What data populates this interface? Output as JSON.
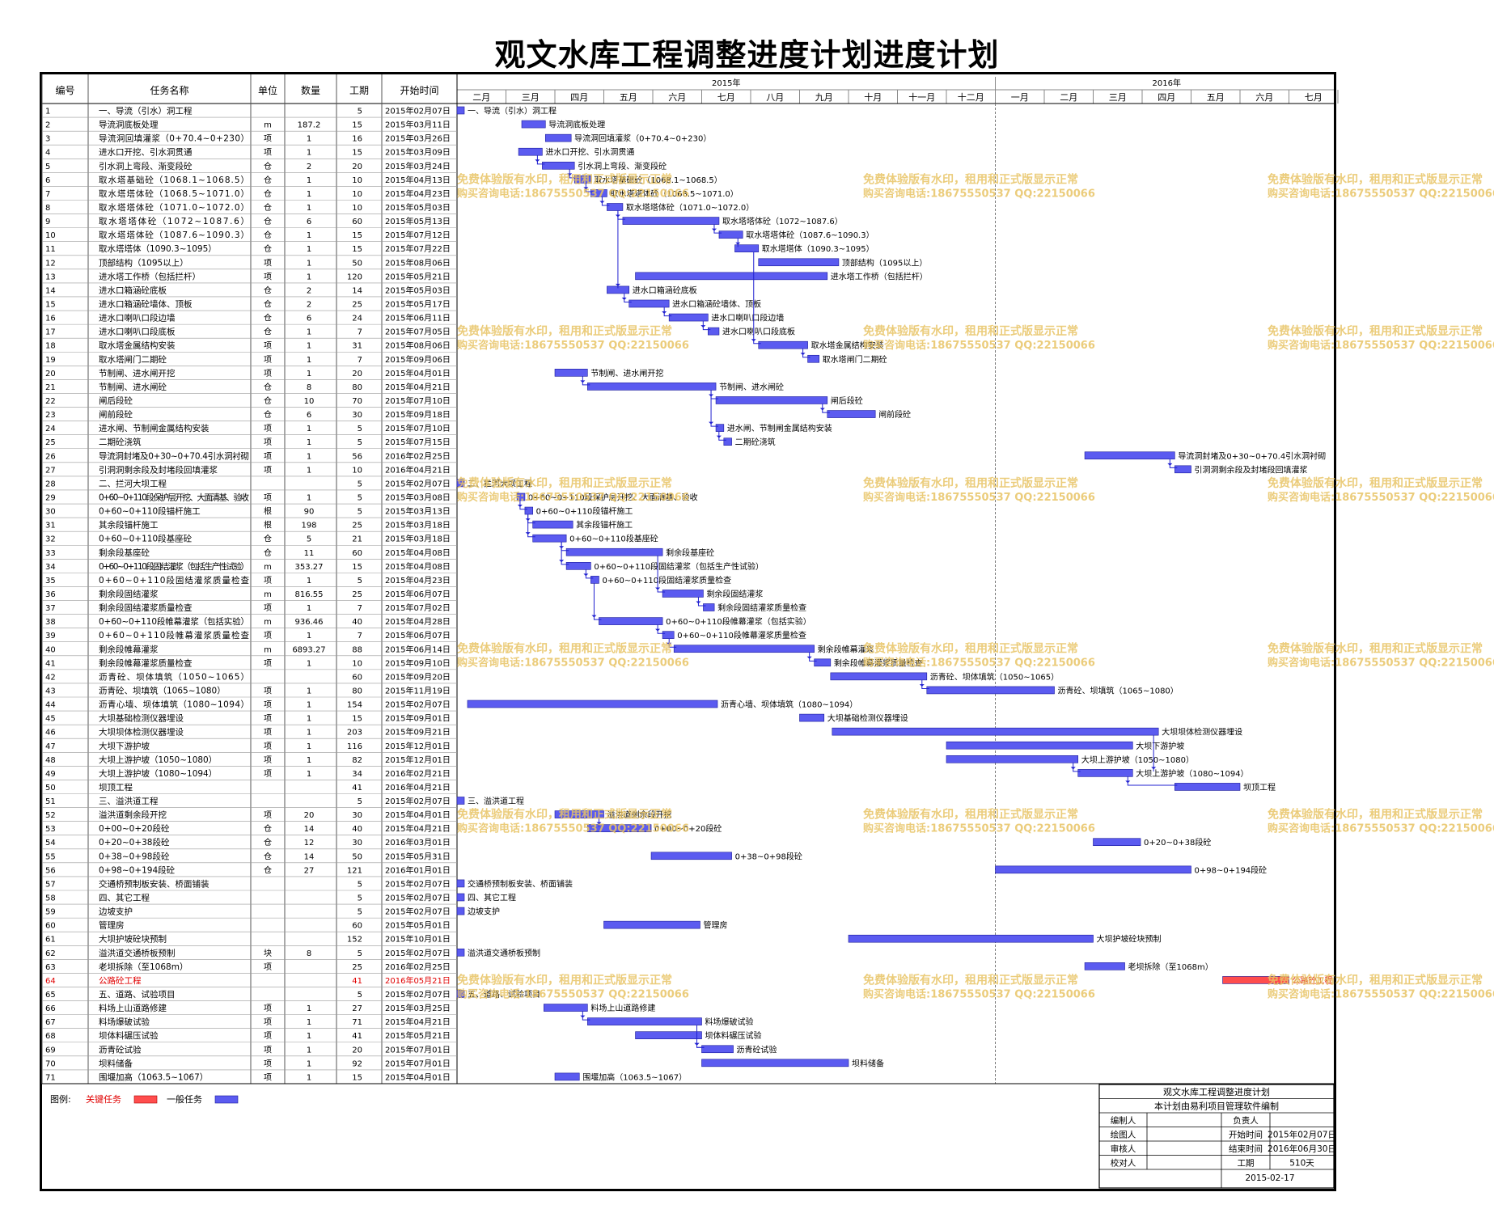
{
  "title": "观文水库工程调整进度计划进度计划",
  "columns": {
    "id": "编号",
    "name": "任务名称",
    "unit": "单位",
    "qty": "数量",
    "dur": "工期",
    "start": "开始时间"
  },
  "timeline": {
    "years": [
      "2015年",
      "2016年"
    ],
    "months_2015": [
      "二月",
      "三月",
      "四月",
      "五月",
      "六月",
      "七月",
      "八月",
      "九月",
      "十月",
      "十一月",
      "十二月"
    ],
    "months_2016": [
      "一月",
      "二月",
      "三月",
      "四月",
      "五月",
      "六月",
      "七月"
    ]
  },
  "legend": {
    "label": "图例:",
    "critical": "关键任务",
    "normal": "一般任务"
  },
  "colors": {
    "critical": "#ff4d4d",
    "normal": "#5b5bf0",
    "bar_edge": "#1a1a9a",
    "critical_text": "#e00000",
    "link": "#2020d0"
  },
  "watermark": {
    "line1": "免费体验版有水印，租用和正式版显示正常",
    "line2": "购买咨询电话:18675550537 QQ:22150066"
  },
  "info_box": {
    "title": "观文水库工程调整进度计划",
    "subtitle": "本计划由易利项目管理软件编制",
    "rows": [
      [
        "编制人",
        "",
        "负责人",
        ""
      ],
      [
        "绘图人",
        "",
        "开始时间",
        "2015年02月07日"
      ],
      [
        "审核人",
        "",
        "结束时间",
        "2016年06月30日"
      ],
      [
        "校对人",
        "",
        "工期",
        "510天"
      ]
    ],
    "date": "2015-02-17"
  },
  "chart_data": {
    "type": "gantt",
    "time_range": [
      "2015-02-01",
      "2016-07-31"
    ],
    "tasks": [
      {
        "id": "1",
        "name": "一、导流（引水）洞工程",
        "unit": "",
        "qty": "",
        "dur": "5",
        "start": "2015年02月07日",
        "crit": false
      },
      {
        "id": "2",
        "name": "导流洞底板处理",
        "unit": "m",
        "qty": "187.2",
        "dur": "15",
        "start": "2015年03月11日",
        "crit": false
      },
      {
        "id": "3",
        "name": "导流洞回填灌浆（0+70.4~0+230）",
        "unit": "项",
        "qty": "1",
        "dur": "16",
        "start": "2015年03月26日",
        "crit": false
      },
      {
        "id": "4",
        "name": "进水口开挖、引水洞贯通",
        "unit": "项",
        "qty": "1",
        "dur": "15",
        "start": "2015年03月09日",
        "crit": false
      },
      {
        "id": "5",
        "name": "引水洞上弯段、渐变段砼",
        "unit": "仓",
        "qty": "2",
        "dur": "20",
        "start": "2015年03月24日",
        "crit": false
      },
      {
        "id": "6",
        "name": "取水塔基础砼（1068.1~1068.5）",
        "unit": "仓",
        "qty": "1",
        "dur": "10",
        "start": "2015年04月13日",
        "crit": false
      },
      {
        "id": "7",
        "name": "取水塔塔体砼（1068.5~1071.0）",
        "unit": "仓",
        "qty": "1",
        "dur": "10",
        "start": "2015年04月23日",
        "crit": false
      },
      {
        "id": "8",
        "name": "取水塔塔体砼（1071.0~1072.0）",
        "unit": "仓",
        "qty": "1",
        "dur": "10",
        "start": "2015年05月03日",
        "crit": false
      },
      {
        "id": "9",
        "name": "取水塔塔体砼（1072~1087.6）",
        "unit": "仓",
        "qty": "6",
        "dur": "60",
        "start": "2015年05月13日",
        "crit": false
      },
      {
        "id": "10",
        "name": "取水塔塔体砼（1087.6~1090.3）",
        "unit": "仓",
        "qty": "1",
        "dur": "15",
        "start": "2015年07月12日",
        "crit": false
      },
      {
        "id": "11",
        "name": "取水塔塔体（1090.3~1095）",
        "unit": "仓",
        "qty": "1",
        "dur": "15",
        "start": "2015年07月22日",
        "crit": false
      },
      {
        "id": "12",
        "name": "顶部结构（1095以上）",
        "unit": "项",
        "qty": "1",
        "dur": "50",
        "start": "2015年08月06日",
        "crit": false
      },
      {
        "id": "13",
        "name": "进水塔工作桥（包括拦杆）",
        "unit": "项",
        "qty": "1",
        "dur": "120",
        "start": "2015年05月21日",
        "crit": false
      },
      {
        "id": "14",
        "name": "进水口箱涵砼底板",
        "unit": "仓",
        "qty": "2",
        "dur": "14",
        "start": "2015年05月03日",
        "crit": false
      },
      {
        "id": "15",
        "name": "进水口箱涵砼墙体、顶板",
        "unit": "仓",
        "qty": "2",
        "dur": "25",
        "start": "2015年05月17日",
        "crit": false
      },
      {
        "id": "16",
        "name": "进水口喇叭口段边墙",
        "unit": "仓",
        "qty": "6",
        "dur": "24",
        "start": "2015年06月11日",
        "crit": false
      },
      {
        "id": "17",
        "name": "进水口喇叭口段底板",
        "unit": "仓",
        "qty": "1",
        "dur": "7",
        "start": "2015年07月05日",
        "crit": false
      },
      {
        "id": "18",
        "name": "取水塔金属结构安装",
        "unit": "项",
        "qty": "1",
        "dur": "31",
        "start": "2015年08月06日",
        "crit": false
      },
      {
        "id": "19",
        "name": "取水塔闸门二期砼",
        "unit": "项",
        "qty": "1",
        "dur": "7",
        "start": "2015年09月06日",
        "crit": false
      },
      {
        "id": "20",
        "name": "节制闸、进水闸开挖",
        "unit": "项",
        "qty": "1",
        "dur": "20",
        "start": "2015年04月01日",
        "crit": false
      },
      {
        "id": "21",
        "name": "节制闸、进水闸砼",
        "unit": "仓",
        "qty": "8",
        "dur": "80",
        "start": "2015年04月21日",
        "crit": false
      },
      {
        "id": "22",
        "name": "闸后段砼",
        "unit": "仓",
        "qty": "10",
        "dur": "70",
        "start": "2015年07月10日",
        "crit": false
      },
      {
        "id": "23",
        "name": "闸前段砼",
        "unit": "仓",
        "qty": "6",
        "dur": "30",
        "start": "2015年09月18日",
        "crit": false
      },
      {
        "id": "24",
        "name": "进水闸、节制闸金属结构安装",
        "unit": "项",
        "qty": "1",
        "dur": "5",
        "start": "2015年07月10日",
        "crit": false
      },
      {
        "id": "25",
        "name": "二期砼浇筑",
        "unit": "项",
        "qty": "1",
        "dur": "5",
        "start": "2015年07月15日",
        "crit": false
      },
      {
        "id": "26",
        "name": "导流洞封堵及0+30~0+70.4引水洞衬砌",
        "unit": "项",
        "qty": "1",
        "dur": "56",
        "start": "2016年02月25日",
        "crit": false
      },
      {
        "id": "27",
        "name": "引洞洞剩余段及封堵段回填灌浆",
        "unit": "项",
        "qty": "1",
        "dur": "10",
        "start": "2016年04月21日",
        "crit": false
      },
      {
        "id": "28",
        "name": "二、拦河大坝工程",
        "unit": "",
        "qty": "",
        "dur": "5",
        "start": "2015年02月07日",
        "crit": false
      },
      {
        "id": "29",
        "name": "0+60~0+110段保护层开挖、大面清基、验收",
        "unit": "项",
        "qty": "1",
        "dur": "5",
        "start": "2015年03月08日",
        "crit": false
      },
      {
        "id": "30",
        "name": "0+60~0+110段锚杆施工",
        "unit": "根",
        "qty": "90",
        "dur": "5",
        "start": "2015年03月13日",
        "crit": false
      },
      {
        "id": "31",
        "name": "其余段锚杆施工",
        "unit": "根",
        "qty": "198",
        "dur": "25",
        "start": "2015年03月18日",
        "crit": false
      },
      {
        "id": "32",
        "name": "0+60~0+110段基座砼",
        "unit": "仓",
        "qty": "5",
        "dur": "21",
        "start": "2015年03月18日",
        "crit": false
      },
      {
        "id": "33",
        "name": "剩余段基座砼",
        "unit": "仓",
        "qty": "11",
        "dur": "60",
        "start": "2015年04月08日",
        "crit": false
      },
      {
        "id": "34",
        "name": "0+60~0+110段固结灌浆（包括生产性试验）",
        "unit": "m",
        "qty": "353.27",
        "dur": "15",
        "start": "2015年04月08日",
        "crit": false
      },
      {
        "id": "35",
        "name": "0+60~0+110段固结灌浆质量检查",
        "unit": "项",
        "qty": "1",
        "dur": "5",
        "start": "2015年04月23日",
        "crit": false
      },
      {
        "id": "36",
        "name": "剩余段固结灌浆",
        "unit": "m",
        "qty": "816.55",
        "dur": "25",
        "start": "2015年06月07日",
        "crit": false
      },
      {
        "id": "37",
        "name": "剩余段固结灌浆质量检查",
        "unit": "项",
        "qty": "1",
        "dur": "7",
        "start": "2015年07月02日",
        "crit": false
      },
      {
        "id": "38",
        "name": "0+60~0+110段帷幕灌浆（包括实验）",
        "unit": "m",
        "qty": "936.46",
        "dur": "40",
        "start": "2015年04月28日",
        "crit": false
      },
      {
        "id": "39",
        "name": "0+60~0+110段帷幕灌浆质量检查",
        "unit": "项",
        "qty": "1",
        "dur": "7",
        "start": "2015年06月07日",
        "crit": false
      },
      {
        "id": "40",
        "name": "剩余段帷幕灌浆",
        "unit": "m",
        "qty": "6893.27",
        "dur": "88",
        "start": "2015年06月14日",
        "crit": false
      },
      {
        "id": "41",
        "name": "剩余段帷幕灌浆质量检查",
        "unit": "项",
        "qty": "1",
        "dur": "10",
        "start": "2015年09月10日",
        "crit": false
      },
      {
        "id": "42",
        "name": "沥青砼、坝体填筑（1050~1065）",
        "unit": "",
        "qty": "",
        "dur": "60",
        "start": "2015年09月20日",
        "crit": false
      },
      {
        "id": "43",
        "name": "沥青砼、坝填筑（1065~1080）",
        "unit": "项",
        "qty": "1",
        "dur": "80",
        "start": "2015年11月19日",
        "crit": false
      },
      {
        "id": "44",
        "name": "沥青心墙、坝体填筑（1080~1094）",
        "unit": "项",
        "qty": "1",
        "dur": "154",
        "start": "2015年02月07日",
        "crit": false
      },
      {
        "id": "45",
        "name": "大坝基础检测仪器埋设",
        "unit": "项",
        "qty": "1",
        "dur": "15",
        "start": "2015年09月01日",
        "crit": false
      },
      {
        "id": "46",
        "name": "大坝坝体检测仪器埋设",
        "unit": "项",
        "qty": "1",
        "dur": "203",
        "start": "2015年09月21日",
        "crit": false
      },
      {
        "id": "47",
        "name": "大坝下游护坡",
        "unit": "项",
        "qty": "1",
        "dur": "116",
        "start": "2015年12月01日",
        "crit": false
      },
      {
        "id": "48",
        "name": "大坝上游护坡（1050~1080）",
        "unit": "项",
        "qty": "1",
        "dur": "82",
        "start": "2015年12月01日",
        "crit": false
      },
      {
        "id": "49",
        "name": "大坝上游护坡（1080~1094）",
        "unit": "项",
        "qty": "1",
        "dur": "34",
        "start": "2016年02月21日",
        "crit": false
      },
      {
        "id": "50",
        "name": "坝顶工程",
        "unit": "",
        "qty": "",
        "dur": "41",
        "start": "2016年04月21日",
        "crit": false
      },
      {
        "id": "51",
        "name": "三、溢洪道工程",
        "unit": "",
        "qty": "",
        "dur": "5",
        "start": "2015年02月07日",
        "crit": false
      },
      {
        "id": "52",
        "name": "溢洪道剩余段开挖",
        "unit": "项",
        "qty": "20",
        "dur": "30",
        "start": "2015年04月01日",
        "crit": false
      },
      {
        "id": "53",
        "name": "0+00~0+20段砼",
        "unit": "仓",
        "qty": "14",
        "dur": "40",
        "start": "2015年04月21日",
        "crit": false
      },
      {
        "id": "54",
        "name": "0+20~0+38段砼",
        "unit": "仓",
        "qty": "12",
        "dur": "30",
        "start": "2016年03月01日",
        "crit": false
      },
      {
        "id": "55",
        "name": "0+38~0+98段砼",
        "unit": "仓",
        "qty": "14",
        "dur": "50",
        "start": "2015年05月31日",
        "crit": false
      },
      {
        "id": "56",
        "name": "0+98~0+194段砼",
        "unit": "仓",
        "qty": "27",
        "dur": "121",
        "start": "2016年01月01日",
        "crit": false
      },
      {
        "id": "57",
        "name": "交通桥预制板安装、桥面铺装",
        "unit": "",
        "qty": "",
        "dur": "5",
        "start": "2015年02月07日",
        "crit": false
      },
      {
        "id": "58",
        "name": "四、其它工程",
        "unit": "",
        "qty": "",
        "dur": "5",
        "start": "2015年02月07日",
        "crit": false
      },
      {
        "id": "59",
        "name": "边坡支护",
        "unit": "",
        "qty": "",
        "dur": "5",
        "start": "2015年02月07日",
        "crit": false
      },
      {
        "id": "60",
        "name": "管理房",
        "unit": "",
        "qty": "",
        "dur": "60",
        "start": "2015年05月01日",
        "crit": false
      },
      {
        "id": "61",
        "name": "大坝护坡砼块预制",
        "unit": "",
        "qty": "",
        "dur": "152",
        "start": "2015年10月01日",
        "crit": false
      },
      {
        "id": "62",
        "name": "溢洪道交通桥板预制",
        "unit": "块",
        "qty": "8",
        "dur": "5",
        "start": "2015年02月07日",
        "crit": false
      },
      {
        "id": "63",
        "name": "老坝拆除（至1068m）",
        "unit": "项",
        "qty": "",
        "dur": "25",
        "start": "2016年02月25日",
        "crit": false
      },
      {
        "id": "64",
        "name": "公路砼工程",
        "unit": "",
        "qty": "",
        "dur": "41",
        "start": "2016年05月21日",
        "crit": true
      },
      {
        "id": "65",
        "name": "五、道路、试验项目",
        "unit": "",
        "qty": "",
        "dur": "5",
        "start": "2015年02月07日",
        "crit": false
      },
      {
        "id": "66",
        "name": "料场上山道路修建",
        "unit": "项",
        "qty": "1",
        "dur": "27",
        "start": "2015年03月25日",
        "crit": false
      },
      {
        "id": "67",
        "name": "料场爆破试验",
        "unit": "项",
        "qty": "1",
        "dur": "71",
        "start": "2015年04月21日",
        "crit": false
      },
      {
        "id": "68",
        "name": "坝体料碾压试验",
        "unit": "项",
        "qty": "1",
        "dur": "41",
        "start": "2015年05月21日",
        "crit": false
      },
      {
        "id": "69",
        "name": "沥青砼试验",
        "unit": "项",
        "qty": "1",
        "dur": "20",
        "start": "2015年07月01日",
        "crit": false
      },
      {
        "id": "70",
        "name": "坝料储备",
        "unit": "项",
        "qty": "1",
        "dur": "92",
        "start": "2015年07月01日",
        "crit": false
      },
      {
        "id": "71",
        "name": "围堰加高（1063.5~1067）",
        "unit": "项",
        "qty": "1",
        "dur": "15",
        "start": "2015年04月01日",
        "crit": false
      }
    ],
    "links": [
      [
        "4",
        "5"
      ],
      [
        "5",
        "6"
      ],
      [
        "6",
        "7"
      ],
      [
        "7",
        "8"
      ],
      [
        "8",
        "9"
      ],
      [
        "8",
        "14"
      ],
      [
        "9",
        "10"
      ],
      [
        "10",
        "11"
      ],
      [
        "11",
        "18"
      ],
      [
        "14",
        "15"
      ],
      [
        "15",
        "16"
      ],
      [
        "16",
        "17"
      ],
      [
        "18",
        "19"
      ],
      [
        "20",
        "21"
      ],
      [
        "21",
        "22"
      ],
      [
        "21",
        "24"
      ],
      [
        "22",
        "23"
      ],
      [
        "24",
        "25"
      ],
      [
        "26",
        "27"
      ],
      [
        "29",
        "30"
      ],
      [
        "30",
        "31"
      ],
      [
        "30",
        "32"
      ],
      [
        "32",
        "33"
      ],
      [
        "32",
        "34"
      ],
      [
        "34",
        "35"
      ],
      [
        "35",
        "38"
      ],
      [
        "33",
        "36"
      ],
      [
        "36",
        "37"
      ],
      [
        "38",
        "39"
      ],
      [
        "39",
        "40"
      ],
      [
        "40",
        "41"
      ],
      [
        "42",
        "43"
      ],
      [
        "46",
        "49"
      ],
      [
        "48",
        "49"
      ],
      [
        "49",
        "50"
      ],
      [
        "52",
        "53"
      ],
      [
        "66",
        "67"
      ],
      [
        "67",
        "69"
      ],
      [
        "68",
        "69"
      ]
    ]
  }
}
